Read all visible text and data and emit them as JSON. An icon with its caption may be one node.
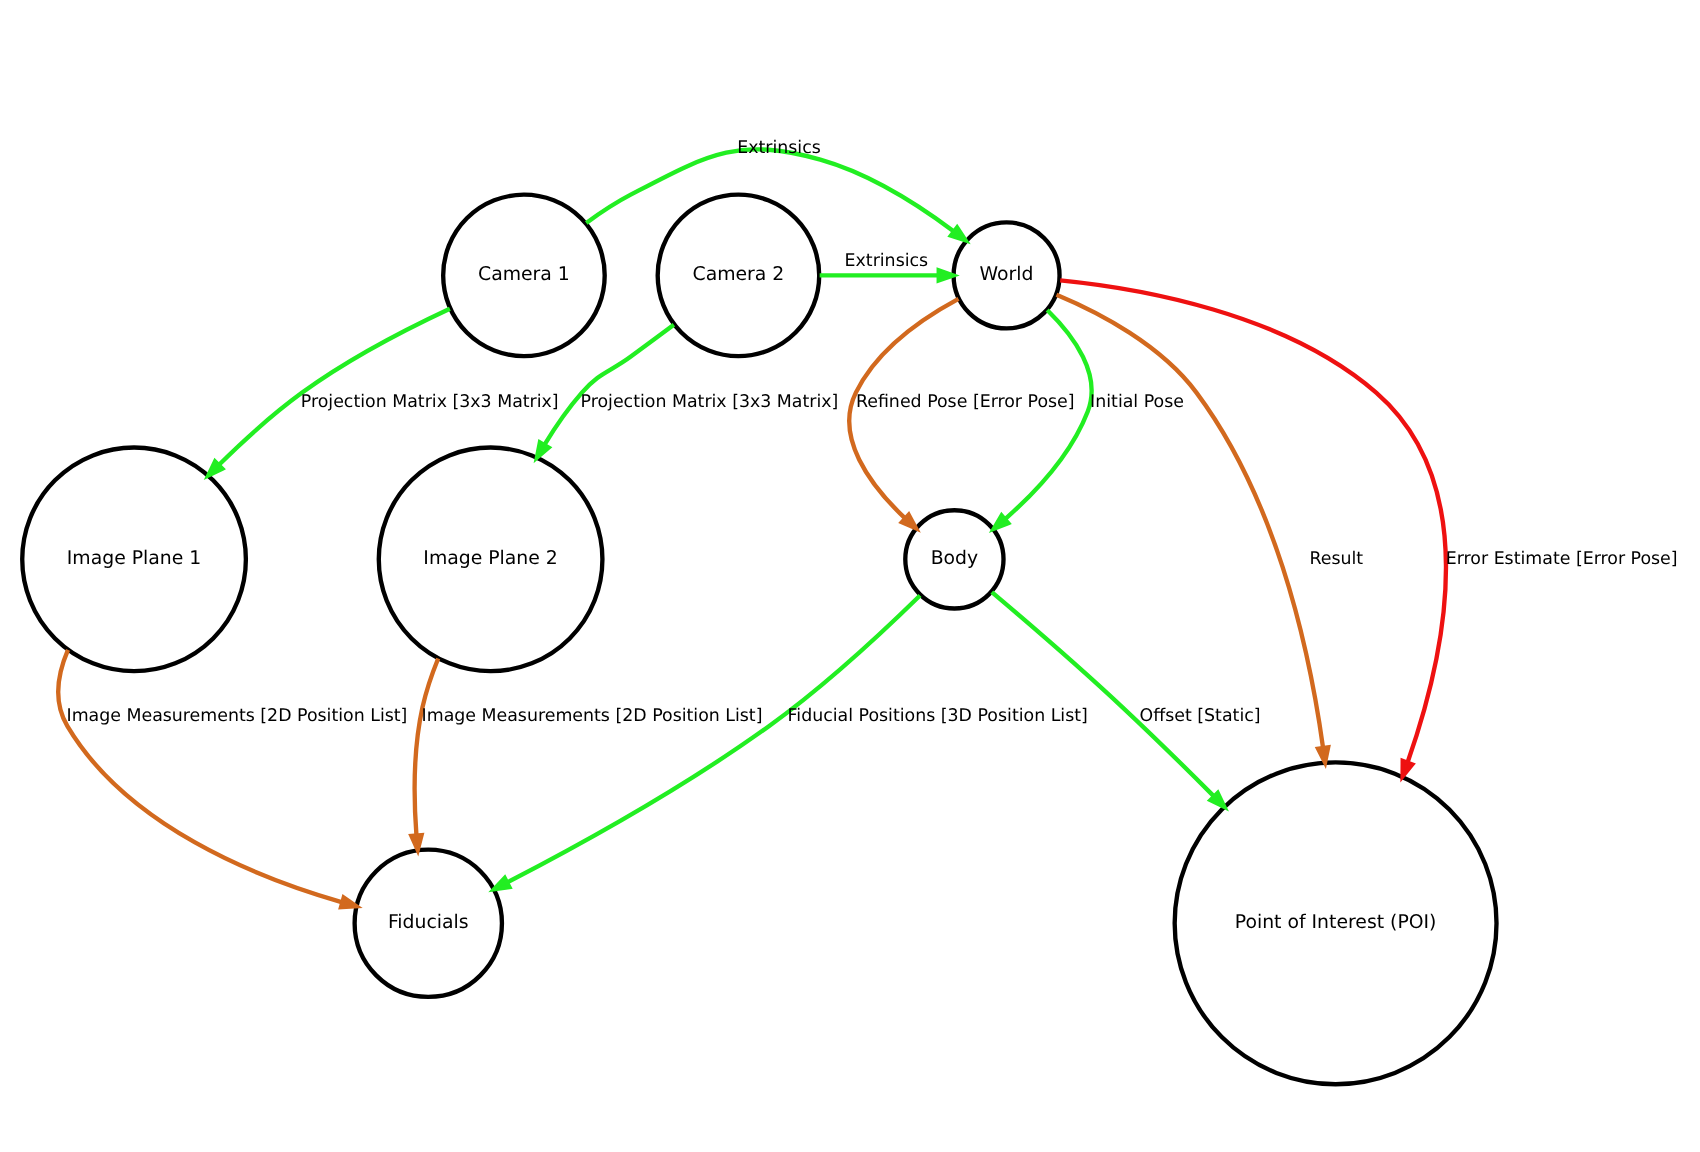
{
  "diagram": {
    "nodes": [
      {
        "text": [
          "World"
        ]
      },
      {
        "text": [
          "Camera 1"
        ]
      },
      {
        "text": [
          "Body"
        ]
      },
      {
        "text": [
          "Camera 2"
        ]
      },
      {
        "text": [
          "Image Plane 1"
        ]
      },
      {
        "text": [
          "Image Plane 2"
        ]
      },
      {
        "text": [
          "Fiducials"
        ]
      },
      {
        "text": [
          "Point of Interest (POI)"
        ]
      }
    ],
    "edges": [
      {
        "from": 1,
        "to": 0,
        "arrow": "to",
        "label": "Extrinsics"
      },
      {
        "from": 3,
        "to": 0,
        "arrow": "to",
        "label": "Extrinsics"
      },
      {
        "from": 0,
        "to": 2,
        "arrow": "to",
        "label": "Initial Pose"
      },
      {
        "from": 0,
        "to": 2,
        "arrow": "to",
        "label": "Refined Pose [Error Pose]",
        "color": "#d2691e"
      },
      {
        "from": 0,
        "to": 7,
        "arrow": "to",
        "label": "Error Estimate [Error Pose]",
        "color": "#ee1111"
      },
      {
        "from": 0,
        "to": 7,
        "arrow": "to",
        "label": "Result",
        "color": "#d2691e"
      },
      {
        "from": 1,
        "to": 4,
        "arrow": "to",
        "label": "Projection Matrix [3x3 Matrix]"
      },
      {
        "from": 3,
        "to": 5,
        "arrow": "to",
        "label": "Projection Matrix [3x3 Matrix]"
      },
      {
        "from": 2,
        "to": 6,
        "arrow": "to",
        "label": "Fiducial Positions [3D Position List]"
      },
      {
        "from": 2,
        "to": 7,
        "arrow": "to",
        "label": "Offset [Static]"
      },
      {
        "from": 4,
        "to": 6,
        "arrow": "to",
        "label": "Image Measurements [2D Position List]",
        "color": "#d2691e"
      },
      {
        "from": 5,
        "to": 6,
        "arrow": "to",
        "label": "Image Measurements [2D Position List]",
        "color": "#d2691e"
      }
    ]
  }
}
